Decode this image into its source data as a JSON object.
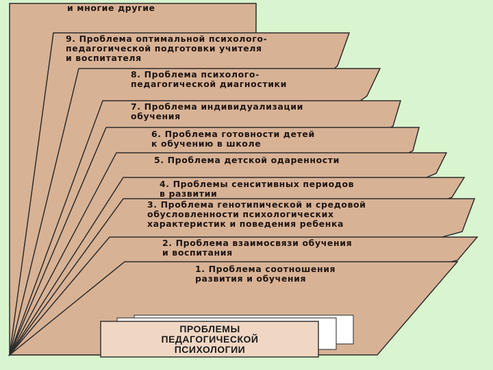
{
  "colors": {
    "background": "#d9f5cf",
    "page_fill": "#d8b295",
    "outline": "#2c2c2c",
    "card_fill": "#ffffff",
    "title_fill": "#f0d7c4"
  },
  "title": "ПРОБЛЕМЫ\nПЕДАГОГИЧЕСКОЙ\nПСИХОЛОГИИ",
  "top_label": "и многие другие",
  "pages": [
    {
      "id": "p9",
      "text": "9. Проблема оптимальной психолого-\nпедагогической подготовки учителя\nи воспитателя"
    },
    {
      "id": "p8",
      "text": "8. Проблема психолого-\nпедагогической диагностики"
    },
    {
      "id": "p7",
      "text": "7. Проблема индивидуализации\nобучения"
    },
    {
      "id": "p6",
      "text": "6. Проблема готовности детей\nк обучению в школе"
    },
    {
      "id": "p5",
      "text": "5. Проблема детской одаренности"
    },
    {
      "id": "p4",
      "text": "4. Проблемы сенситивных периодов\nв развитии"
    },
    {
      "id": "p3",
      "text": "3. Проблема генотипической и средовой\nобусловленности психологических\nхарактеристик и поведения ребенка"
    },
    {
      "id": "p2",
      "text": "2. Проблема взаимосвязи обучения\nи воспитания"
    },
    {
      "id": "p1",
      "text": "1. Проблема соотношения\nразвития и обучения"
    }
  ]
}
